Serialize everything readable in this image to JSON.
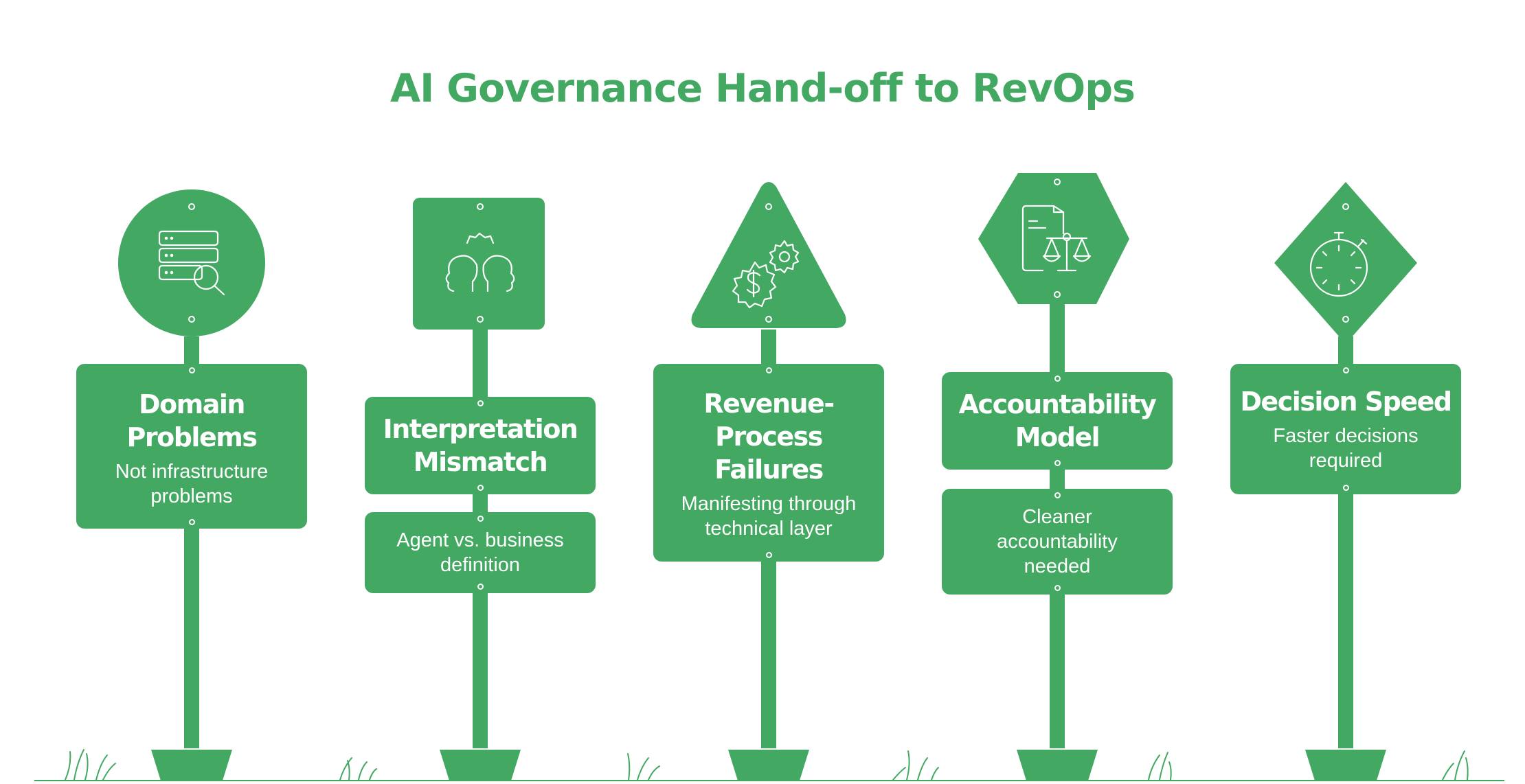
{
  "title": "AI Governance Hand-off to RevOps",
  "colors": {
    "sign_green": "#43a862",
    "background": "#ffffff",
    "icon_stroke": "#ffffff"
  },
  "signs": [
    {
      "shape": "circle",
      "icon": "database-search-icon",
      "heading": "Domain Problems",
      "description": "Not infrastructure problems"
    },
    {
      "shape": "square",
      "icon": "two-heads-gears-icon",
      "heading": "Interpretation Mismatch",
      "description": "Agent vs. business definition"
    },
    {
      "shape": "triangle",
      "icon": "dollar-gears-icon",
      "heading": "Revenue-Process Failures",
      "description": "Manifesting through technical layer"
    },
    {
      "shape": "hexagon",
      "icon": "document-scales-icon",
      "heading": "Accountability Model",
      "description": "Cleaner accountability needed"
    },
    {
      "shape": "diamond",
      "icon": "stopwatch-icon",
      "heading": "Decision Speed",
      "description": "Faster decisions required"
    }
  ]
}
